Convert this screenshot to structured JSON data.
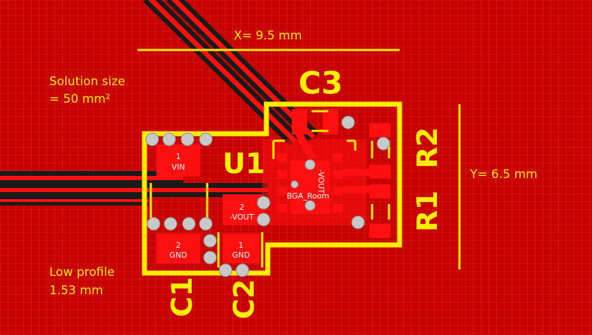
{
  "annotations": {
    "x_dimension": "X= 9.5 mm",
    "y_dimension": "Y= 6.5 mm",
    "solution_size_line1": "Solution size",
    "solution_size_line2": "= 50 mm²",
    "low_profile_line1": "Low profile",
    "low_profile_line2": "1.53 mm"
  },
  "designators": {
    "c1": "C1",
    "c2": "C2",
    "c3": "C3",
    "u1": "U1",
    "r1": "R1",
    "r2": "R2"
  },
  "pads": {
    "c1_pin1_number": "1",
    "c1_pin1_net": "VIN",
    "c1_pin2_number": "2",
    "c1_pin2_net": "GND",
    "c2_pin1_number": "1",
    "c2_pin1_net": "GND",
    "c2_pin2_number": "2",
    "c2_pin2_net": "-VOUT",
    "u1_net": "-VOUT",
    "u1_room": "BGA_Room"
  },
  "colors": {
    "board": "#c80000",
    "copper": "#ff1010",
    "silkscreen": "#ffee00",
    "via": "#c8c8c8",
    "grid": "#e04848",
    "trace_outline": "#1a1a1a"
  }
}
